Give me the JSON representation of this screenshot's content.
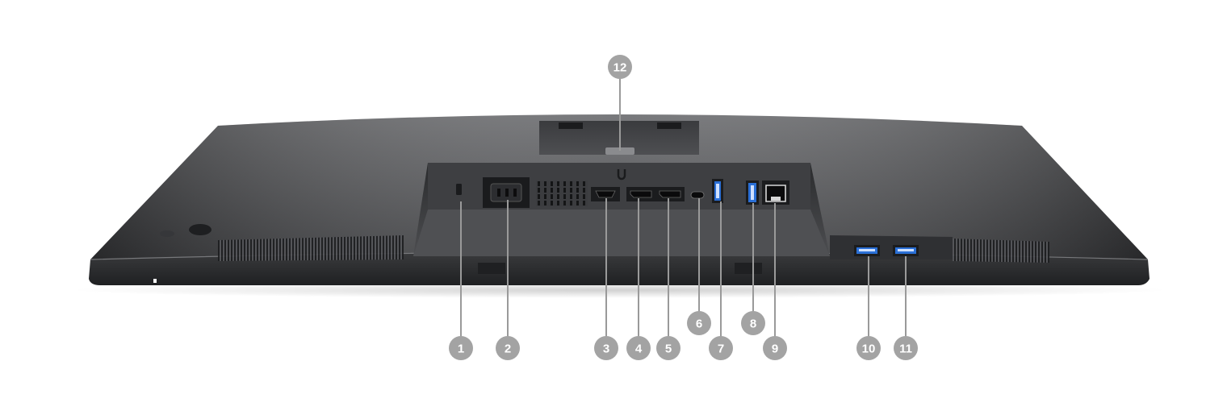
{
  "diagram": {
    "subject": "monitor-bottom-view-ports",
    "colors": {
      "body_dark": "#2b2c2e",
      "body_mid": "#4a4b4e",
      "body_light": "#8a8b8e",
      "port_usb_blue": "#2a6fd6",
      "callout_badge": "#a3a3a3",
      "leader_line": "#9a9a9a"
    },
    "callouts": [
      {
        "id": "1",
        "label": "1",
        "port": "security-lock-slot"
      },
      {
        "id": "2",
        "label": "2",
        "port": "power-connector"
      },
      {
        "id": "3",
        "label": "3",
        "port": "hdmi-port"
      },
      {
        "id": "4",
        "label": "4",
        "port": "displayport-in"
      },
      {
        "id": "5",
        "label": "5",
        "port": "displayport-out"
      },
      {
        "id": "6",
        "label": "6",
        "port": "usb-type-c-port"
      },
      {
        "id": "7",
        "label": "7",
        "port": "usb-superspeed-upstream"
      },
      {
        "id": "8",
        "label": "8",
        "port": "usb-superspeed-downstream"
      },
      {
        "id": "9",
        "label": "9",
        "port": "rj45-ethernet-port"
      },
      {
        "id": "10",
        "label": "10",
        "port": "usb-superspeed-downstream-front-1"
      },
      {
        "id": "11",
        "label": "11",
        "port": "usb-superspeed-downstream-front-2"
      },
      {
        "id": "12",
        "label": "12",
        "port": "stand-release-button"
      }
    ]
  }
}
